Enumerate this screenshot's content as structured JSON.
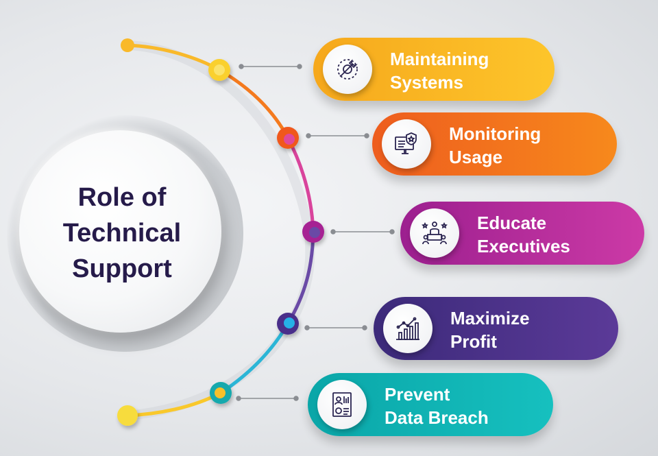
{
  "center": {
    "title": "Role of\nTechnical\nSupport"
  },
  "items": [
    {
      "label": "Maintaining\nSystems",
      "icon": "gear-wrench-icon",
      "color": "#fbbd23"
    },
    {
      "label": "Monitoring\nUsage",
      "icon": "monitor-shield-icon",
      "color": "#f47a1e"
    },
    {
      "label": "Educate\nExecutives",
      "icon": "presentation-people-icon",
      "color": "#b52e9c"
    },
    {
      "label": "Maximize\nProfit",
      "icon": "growth-chart-icon",
      "color": "#4b3289"
    },
    {
      "label": "Prevent\nData Breach",
      "icon": "secure-document-icon",
      "color": "#12b3b4"
    }
  ]
}
